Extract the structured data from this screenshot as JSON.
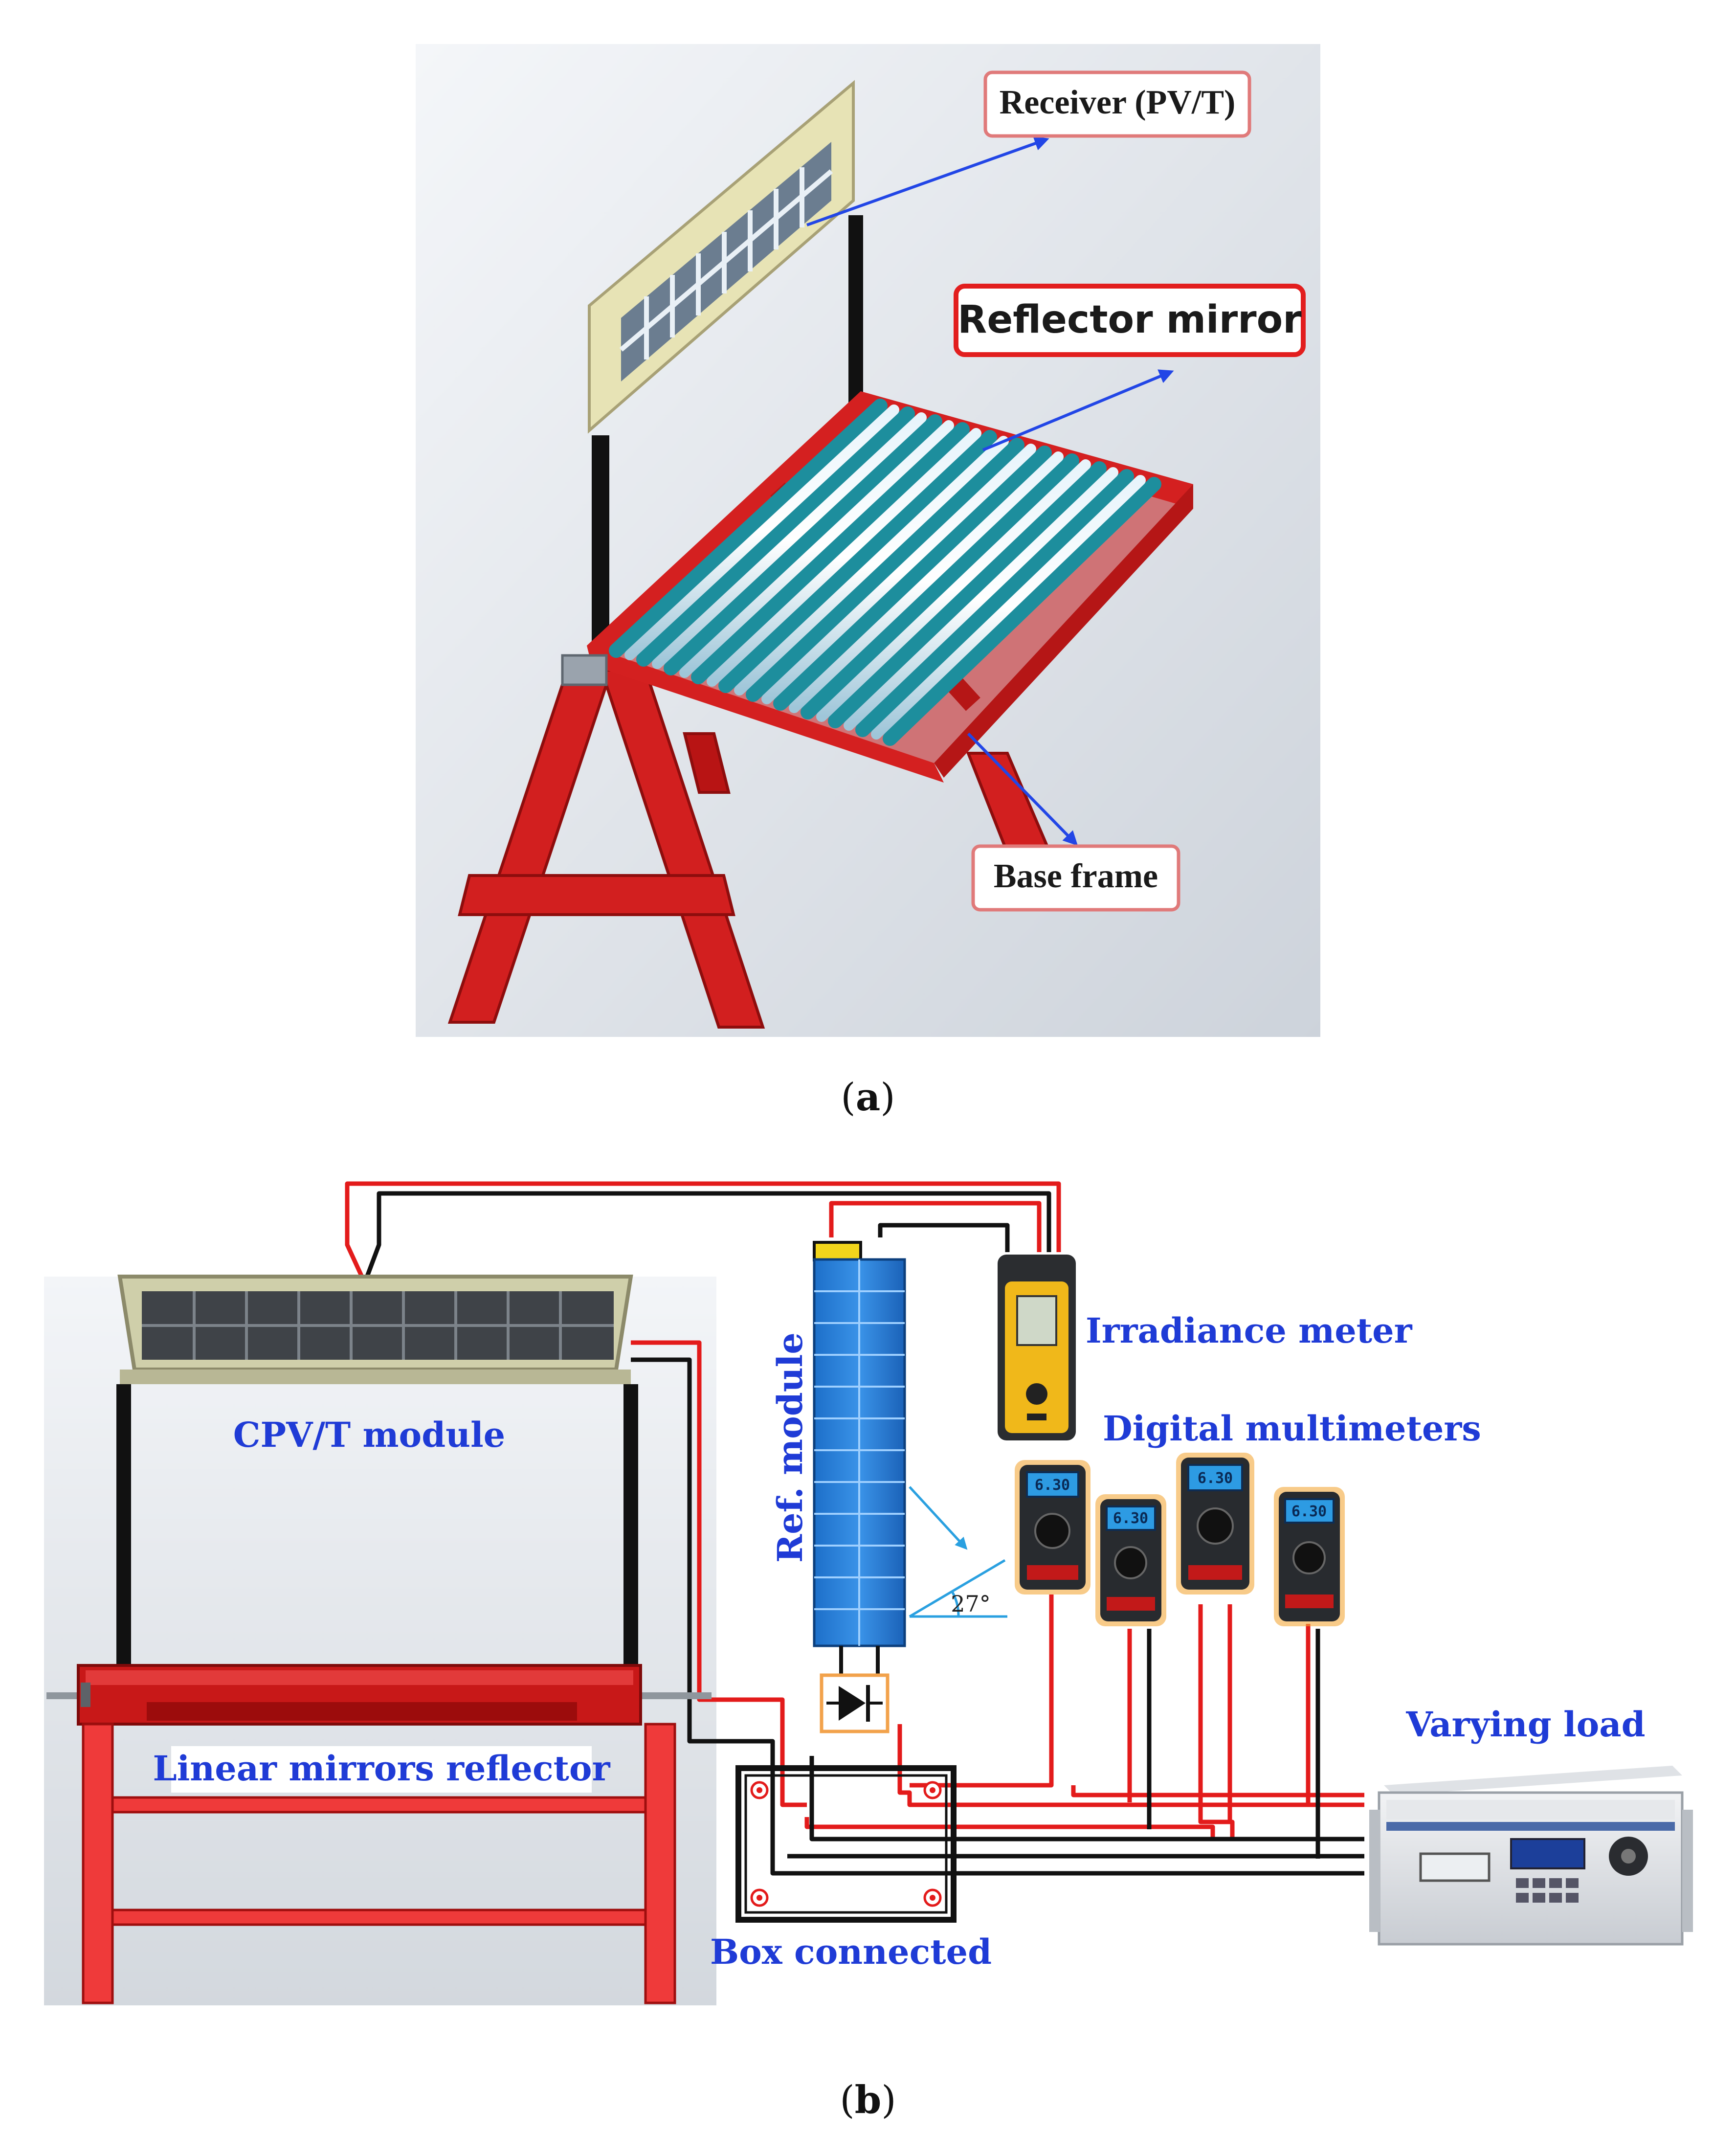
{
  "panel_a": {
    "caption_letter": "a",
    "labels": {
      "receiver": "Receiver (PV/T)",
      "reflector": "Reflector mirror",
      "base_frame": "Base frame"
    }
  },
  "panel_b": {
    "caption_letter": "b",
    "labels": {
      "irradiance_meter": "Irradiance meter",
      "digital_multimeters": "Digital multimeters",
      "cpvt_module": "CPV/T module",
      "ref_module": "Ref. module",
      "linear_mirrors": "Linear mirrors reflector",
      "varying_load": "Varying load",
      "box_connected": "Box connected",
      "tilt_angle": "27°"
    },
    "multimeter_readings": [
      "6.30",
      "6.30",
      "6.30",
      "6.30"
    ],
    "colors": {
      "wire_positive": "#e31b1b",
      "wire_negative": "#111111",
      "label_blue": "#1f3bd6"
    }
  }
}
